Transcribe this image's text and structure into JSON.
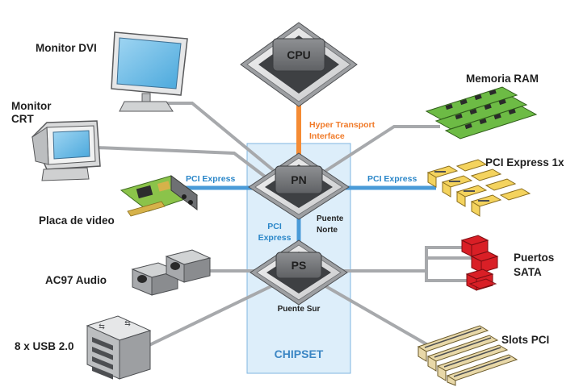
{
  "labels": {
    "cpu": "CPU",
    "pn": "PN",
    "ps": "PS",
    "chipset": "CHIPSET",
    "hyper_line1": "Hyper Transport",
    "hyper_line2": "Interface",
    "pci_express_left": "PCI Express",
    "pci_express_right": "PCI Express",
    "pci_express_vertical_line1": "PCI",
    "pci_express_vertical_line2": "Express",
    "puente_norte_line1": "Puente",
    "puente_norte_line2": "Norte",
    "puente_sur": "Puente Sur",
    "monitor_dvi": "Monitor DVI",
    "monitor_crt_line1": "Monitor",
    "monitor_crt_line2": "CRT",
    "placa_video": "Placa de video",
    "ac97": "AC97 Audio",
    "usb": "8 x USB 2.0",
    "memoria": "Memoria RAM",
    "pci_express_1x": "PCI Express 1x",
    "puertos_line1": "Puertos",
    "puertos_line2": "SATA",
    "slots_pci": "Slots PCI"
  },
  "colors": {
    "gray_link": "#a7a9ac",
    "blue_link": "#4a9bd8",
    "orange_link": "#f58b34",
    "chipset_fill": "#ddeefa",
    "chipset_stroke": "#7fb6e0",
    "ram_green": "#6dbb45",
    "slot_yellow": "#f4d35e",
    "sata_red": "#d91f26",
    "chip_gray": "#9d9fa2"
  },
  "icons": [
    "cpu-chip-icon",
    "north-bridge-chip-icon",
    "south-bridge-chip-icon",
    "dvi-monitor-icon",
    "crt-monitor-icon",
    "video-card-icon",
    "audio-connector-icon",
    "usb-ports-icon",
    "ram-modules-icon",
    "pci-express-slots-icon",
    "sata-ports-icon",
    "pci-slots-icon"
  ]
}
